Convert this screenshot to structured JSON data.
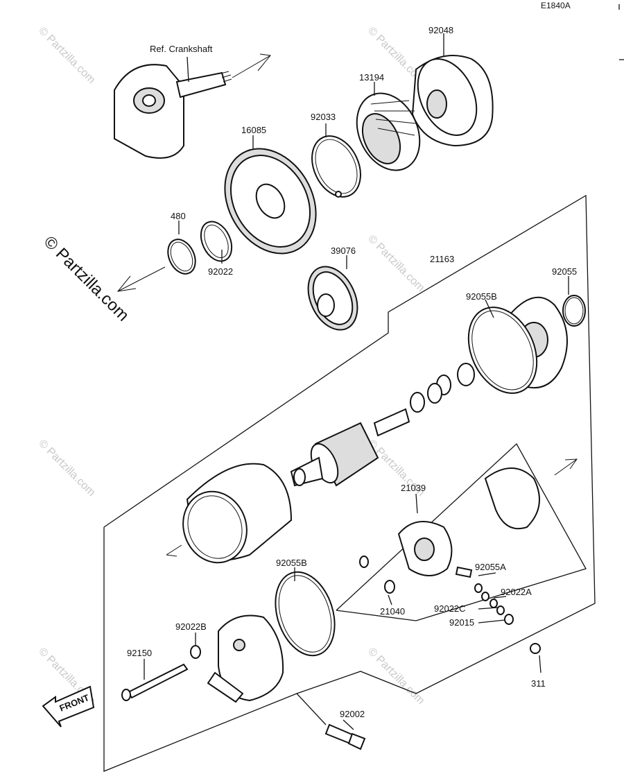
{
  "diagram_code": "E1840A",
  "watermark": "© Partzilla.com",
  "front_label": "FRONT",
  "parts": [
    {
      "id": "ref_crankshaft",
      "label": "Ref. Crankshaft"
    },
    {
      "id": "p92048",
      "label": "92048"
    },
    {
      "id": "p13194",
      "label": "13194"
    },
    {
      "id": "p92033",
      "label": "92033"
    },
    {
      "id": "p16085",
      "label": "16085"
    },
    {
      "id": "p480",
      "label": "480"
    },
    {
      "id": "p92022",
      "label": "92022"
    },
    {
      "id": "p39076",
      "label": "39076"
    },
    {
      "id": "p21163",
      "label": "21163"
    },
    {
      "id": "p92055",
      "label": "92055"
    },
    {
      "id": "p92055B_top",
      "label": "92055B"
    },
    {
      "id": "p21039",
      "label": "21039"
    },
    {
      "id": "p92055B_bot",
      "label": "92055B"
    },
    {
      "id": "p92055A",
      "label": "92055A"
    },
    {
      "id": "p92022A",
      "label": "92022A"
    },
    {
      "id": "p92022C",
      "label": "92022C"
    },
    {
      "id": "p21040",
      "label": "21040"
    },
    {
      "id": "p92015",
      "label": "92015"
    },
    {
      "id": "p92022B",
      "label": "92022B"
    },
    {
      "id": "p92150",
      "label": "92150"
    },
    {
      "id": "p311",
      "label": "311"
    },
    {
      "id": "p92002",
      "label": "92002"
    }
  ]
}
